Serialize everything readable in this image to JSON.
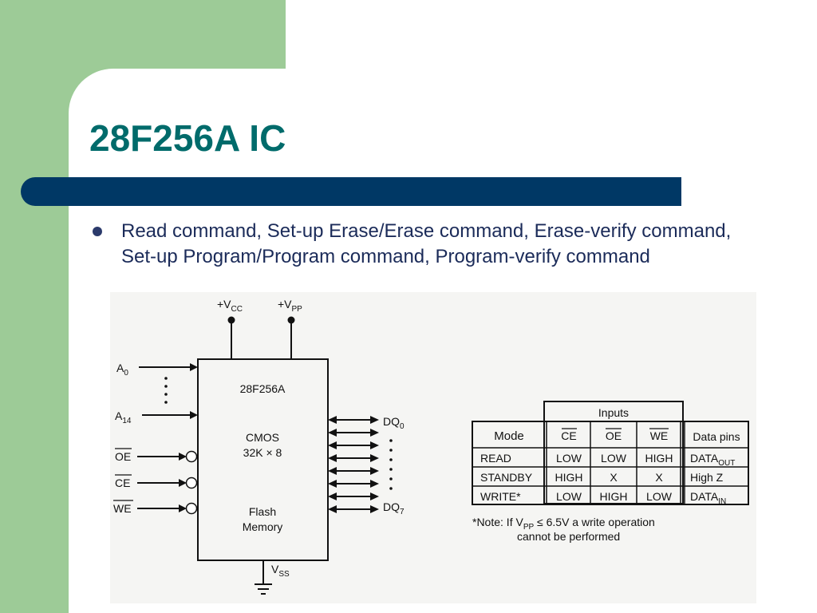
{
  "slide": {
    "title": "28F256A IC",
    "bullet": "Read command, Set-up Erase/Erase command, Erase-verify command, Set-up Program/Program command, Program-verify command"
  },
  "chip": {
    "vcc": "+V",
    "vcc_sub": "CC",
    "vpp": "+V",
    "vpp_sub": "PP",
    "vss": "V",
    "vss_sub": "SS",
    "name": "28F256A",
    "tech_line1": "CMOS",
    "tech_line2": "32K × 8",
    "type_line1": "Flash",
    "type_line2": "Memory",
    "a0": "A",
    "a0_sub": "0",
    "a14": "A",
    "a14_sub": "14",
    "oe": "OE",
    "ce": "CE",
    "we": "WE",
    "dq0": "DQ",
    "dq0_sub": "0",
    "dq7": "DQ",
    "dq7_sub": "7"
  },
  "table": {
    "inputs_header": "Inputs",
    "mode_header": "Mode",
    "ce_header": "CE",
    "oe_header": "OE",
    "we_header": "WE",
    "data_header": "Data pins",
    "rows": [
      {
        "mode": "READ",
        "ce": "LOW",
        "oe": "LOW",
        "we": "HIGH",
        "data": "DATA",
        "data_sub": "OUT"
      },
      {
        "mode": "STANDBY",
        "ce": "HIGH",
        "oe": "X",
        "we": "X",
        "data": "High Z",
        "data_sub": ""
      },
      {
        "mode": "WRITE*",
        "ce": "LOW",
        "oe": "HIGH",
        "we": "LOW",
        "data": "DATA",
        "data_sub": "IN"
      }
    ],
    "note_prefix": "*Note:  If V",
    "note_sub": "PP",
    "note_rest": " ≤ 6.5V a write operation",
    "note_line2": "cannot be performed"
  }
}
